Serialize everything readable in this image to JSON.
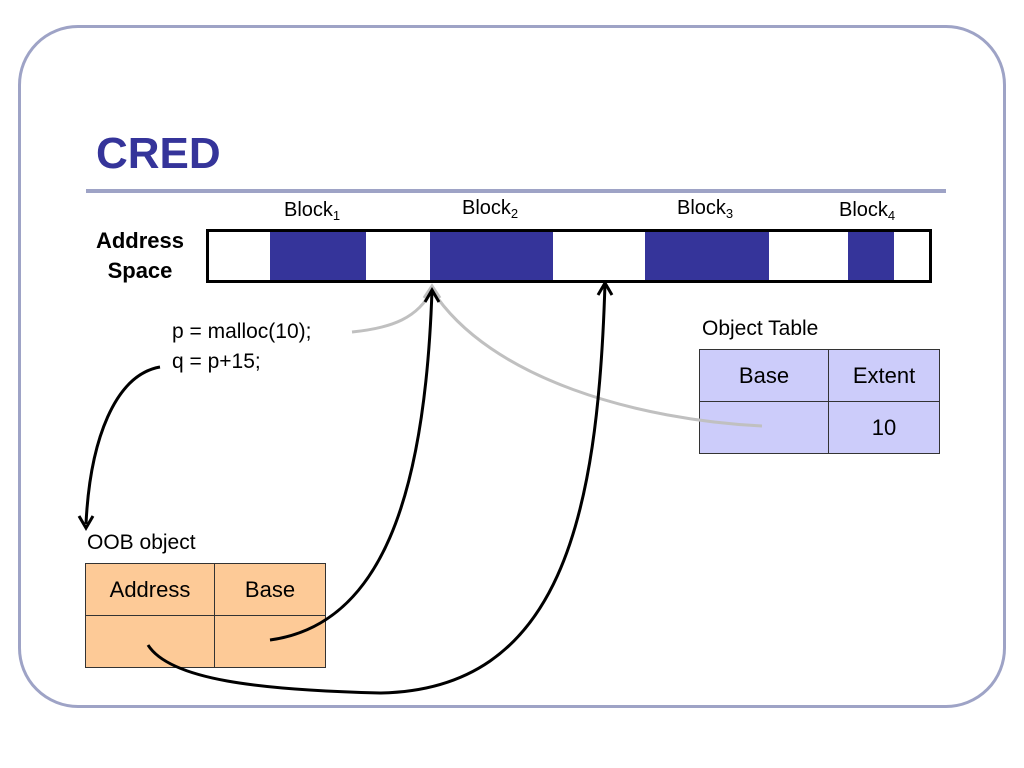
{
  "title": "CRED",
  "address_space_label": "Address Space",
  "address_space_lines": [
    "Address",
    "Space"
  ],
  "blocks": [
    {
      "name": "Block",
      "sub": "1"
    },
    {
      "name": "Block",
      "sub": "2"
    },
    {
      "name": "Block",
      "sub": "3"
    },
    {
      "name": "Block",
      "sub": "4"
    }
  ],
  "code": {
    "line1": "p = malloc(10);",
    "line2": "q = p+15;"
  },
  "object_table": {
    "caption": "Object Table",
    "headers": [
      "Base",
      "Extent"
    ],
    "row": [
      "",
      "10"
    ]
  },
  "oob_object": {
    "caption": "OOB object",
    "headers": [
      "Address",
      "Base"
    ],
    "row": [
      "",
      ""
    ]
  },
  "colors": {
    "block_fill": "#35349a",
    "title": "#35349a",
    "frame": "#9ea3c6",
    "object_table_fill": "#ccccfa",
    "oob_fill": "#fdca97",
    "pointer_gray": "#c0c0c0",
    "pointer_black": "#000000"
  }
}
